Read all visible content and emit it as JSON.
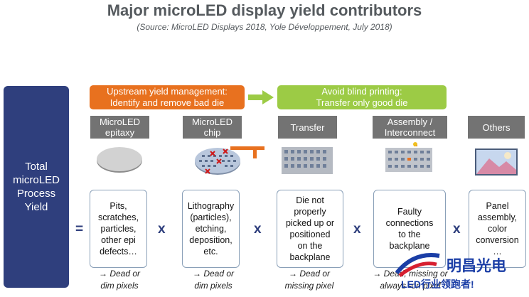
{
  "title": "Major microLED display yield contributors",
  "subtitle": "(Source: MicroLED Displays 2018, Yole Développement, July 2018)",
  "total_label": "Total\nmicroLED\nProcess\nYield",
  "equals": "=",
  "times": "x",
  "banners": {
    "upstream": "Upstream yield management:\nIdentify and remove bad die",
    "blind": "Avoid blind printing:\nTransfer only good die"
  },
  "stages": [
    {
      "label": "MicroLED\nepitaxy",
      "icon": "wafer-icon"
    },
    {
      "label": "MicroLED\nchip",
      "icon": "defective-wafer-icon"
    },
    {
      "label": "Transfer",
      "icon": "transfer-grid-icon"
    },
    {
      "label": "Assembly /\nInterconnect",
      "icon": "backplane-icon"
    },
    {
      "label": "Others",
      "icon": "display-panel-icon"
    }
  ],
  "contributors": [
    "Pits,\nscratches,\nparticles,\nother epi\ndefects…",
    "Lithography\n(particles),\netching,\ndeposition,\netc.",
    "Die not\nproperly\npicked up or\npositioned\non the\nbackplane",
    "Faulty\nconnections\nto the\nbackplane",
    "Panel\nassembly,\ncolor\nconversion\n…"
  ],
  "results": [
    "→ Dead or\ndim pixels",
    "→ Dead or\ndim pixels",
    "→ Dead or\nmissing pixel",
    "→ Dead, missing or\nalways -on pixel"
  ],
  "watermark": {
    "name": "明昌光电",
    "slogan": "LED行业领跑者!"
  },
  "colors": {
    "total_box": "#2f3f7d",
    "upstream_banner": "#e8711f",
    "blind_banner": "#9ccb45",
    "stage_label": "#737373",
    "contributor_border": "#8aa0b8",
    "watermark": "#1b3ea6"
  }
}
